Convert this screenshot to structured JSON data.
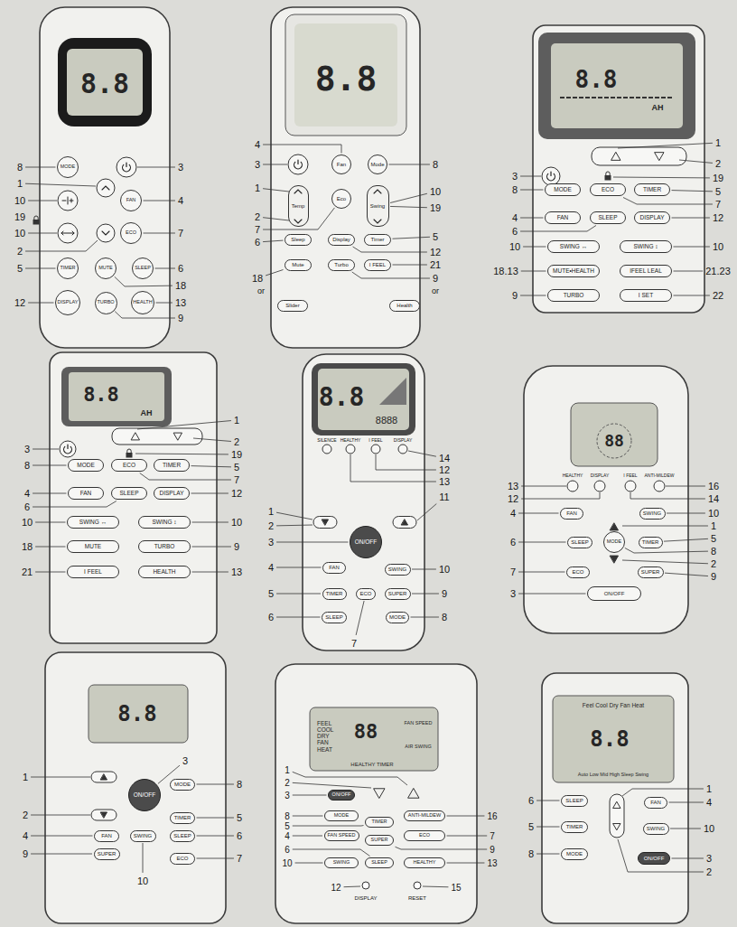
{
  "diagram": {
    "nodes": [
      {
        "text": [
          "MODE"
        ]
      },
      {
        "text": [
          "FAN"
        ]
      },
      {
        "text": [
          "ECO"
        ]
      },
      {
        "text": [
          "TIMER"
        ]
      },
      {
        "text": [
          "MUTE"
        ]
      },
      {
        "text": [
          "SLEEP"
        ]
      },
      {
        "text": [
          "DISPLAY"
        ]
      },
      {
        "text": [
          "TURBO"
        ]
      },
      {
        "text": [
          "HEALTH"
        ]
      },
      {
        "text": [
          "Fan"
        ]
      },
      {
        "text": [
          "Mode"
        ]
      },
      {
        "text": [
          "Temp"
        ]
      },
      {
        "text": [
          "Eco"
        ]
      },
      {
        "text": [
          "Swing"
        ]
      },
      {
        "text": [
          "Sleep"
        ]
      },
      {
        "text": [
          "Display"
        ]
      },
      {
        "text": [
          "Timer"
        ]
      },
      {
        "text": [
          "Mute"
        ]
      },
      {
        "text": [
          "Turbo"
        ]
      },
      {
        "text": [
          "I FEEL"
        ]
      },
      {
        "text": [
          "Slider"
        ]
      },
      {
        "text": [
          "Health"
        ]
      },
      {
        "text": [
          "MODE"
        ]
      },
      {
        "text": [
          "ECO"
        ]
      },
      {
        "text": [
          "TIMER"
        ]
      },
      {
        "text": [
          "FAN"
        ]
      },
      {
        "text": [
          "SLEEP"
        ]
      },
      {
        "text": [
          "DISPLAY"
        ]
      },
      {
        "text": [
          "SWING ↔"
        ]
      },
      {
        "text": [
          "SWING ↕"
        ]
      },
      {
        "text": [
          "MUTE•HEALTH"
        ]
      },
      {
        "text": [
          "IFEEL LEAL"
        ]
      },
      {
        "text": [
          "TURBO"
        ]
      },
      {
        "text": [
          "I SET"
        ]
      },
      {
        "text": [
          "MODE"
        ]
      },
      {
        "text": [
          "ECO"
        ]
      },
      {
        "text": [
          "TIMER"
        ]
      },
      {
        "text": [
          "FAN"
        ]
      },
      {
        "text": [
          "SLEEP"
        ]
      },
      {
        "text": [
          "DISPLAY"
        ]
      },
      {
        "text": [
          "SWING ↔"
        ]
      },
      {
        "text": [
          "SWING ↕"
        ]
      },
      {
        "text": [
          "MUTE"
        ]
      },
      {
        "text": [
          "TURBO"
        ]
      },
      {
        "text": [
          "I FEEL"
        ]
      },
      {
        "text": [
          "HEALTH"
        ]
      },
      {
        "text": [
          "ON/OFF"
        ]
      },
      {
        "text": [
          "FAN"
        ]
      },
      {
        "text": [
          "SWING"
        ]
      },
      {
        "text": [
          "TIMER"
        ]
      },
      {
        "text": [
          "ECO"
        ]
      },
      {
        "text": [
          "SUPER"
        ]
      },
      {
        "text": [
          "SLEEP"
        ]
      },
      {
        "text": [
          "MODE"
        ]
      },
      {
        "text": [
          "FAN"
        ]
      },
      {
        "text": [
          "SWING"
        ]
      },
      {
        "text": [
          "SLEEP"
        ]
      },
      {
        "text": [
          "MODE"
        ]
      },
      {
        "text": [
          "TIMER"
        ]
      },
      {
        "text": [
          "ECO"
        ]
      },
      {
        "text": [
          "SUPER"
        ]
      },
      {
        "text": [
          "ON/OFF"
        ]
      },
      {
        "text": [
          "ON/OFF"
        ]
      },
      {
        "text": [
          "MODE"
        ]
      },
      {
        "text": [
          "TIMER"
        ]
      },
      {
        "text": [
          "FAN"
        ]
      },
      {
        "text": [
          "SWING"
        ]
      },
      {
        "text": [
          "SLEEP"
        ]
      },
      {
        "text": [
          "SUPER"
        ]
      },
      {
        "text": [
          "ECO"
        ]
      },
      {
        "text": [
          "ON/OFF"
        ]
      },
      {
        "text": [
          "MODE"
        ]
      },
      {
        "text": [
          "TIMER"
        ]
      },
      {
        "text": [
          "ANTI-MILDEW"
        ]
      },
      {
        "text": [
          "FAN SPEED"
        ]
      },
      {
        "text": [
          "SUPER"
        ]
      },
      {
        "text": [
          "ECO"
        ]
      },
      {
        "text": [
          "SWING"
        ]
      },
      {
        "text": [
          "SLEEP"
        ]
      },
      {
        "text": [
          "HEALTHY"
        ]
      },
      {
        "text": [
          "SLEEP"
        ]
      },
      {
        "text": [
          "TIMER"
        ]
      },
      {
        "text": [
          "MODE"
        ]
      },
      {
        "text": [
          "FAN"
        ]
      },
      {
        "text": [
          "SWING"
        ]
      },
      {
        "text": [
          "ON/OFF"
        ]
      }
    ],
    "labels": [
      "8.8",
      "8",
      "3",
      "1",
      "10",
      "4",
      "19",
      "10",
      "7",
      "2",
      "5",
      "6",
      "18",
      "12",
      "13",
      "9",
      "8.8",
      "4",
      "3",
      "8",
      "1",
      "10",
      "19",
      "2",
      "7",
      "5",
      "6",
      "12",
      "21",
      "18",
      "9",
      "or",
      "or",
      "8.8",
      "AH",
      "3",
      "1",
      "2",
      "19",
      "8",
      "5",
      "7",
      "4",
      "12",
      "6",
      "10",
      "10",
      "18.13",
      "21.23",
      "9",
      "22",
      "8.8",
      "AH",
      "1",
      "2",
      "3",
      "19",
      "8",
      "5",
      "7",
      "4",
      "12",
      "6",
      "10",
      "10",
      "18",
      "9",
      "21",
      "13",
      "8.8",
      "8888",
      "SILENCE",
      "HEALTHY",
      "I FEEL",
      "DISPLAY",
      "14",
      "12",
      "13",
      "11",
      "1",
      "2",
      "3",
      "4",
      "10",
      "5",
      "9",
      "6",
      "8",
      "7",
      "88",
      "HEALTHY",
      "DISPLAY",
      "I FEEL",
      "ANTI-MILDEW",
      "13",
      "12",
      "16",
      "14",
      "4",
      "10",
      "1",
      "6",
      "5",
      "8",
      "2",
      "7",
      "9",
      "3",
      "8.8",
      "1",
      "3",
      "8",
      "2",
      "5",
      "4",
      "6",
      "9",
      "7",
      "10",
      "FEEL COOL DRY FAN HEAT",
      "88",
      "FAN SPEED",
      "AIR SWING",
      "HEALTHY TIMER",
      "1",
      "2",
      "3",
      "8",
      "16",
      "5",
      "4",
      "7",
      "6",
      "9",
      "10",
      "13",
      "12",
      "DISPLAY",
      "15",
      "RESET",
      "Feel Cool Dry Fan Heat",
      "8.8",
      "Auto Low Mid High Sleep Swing",
      "6",
      "1",
      "4",
      "5",
      "10",
      "8",
      "3",
      "2"
    ]
  }
}
